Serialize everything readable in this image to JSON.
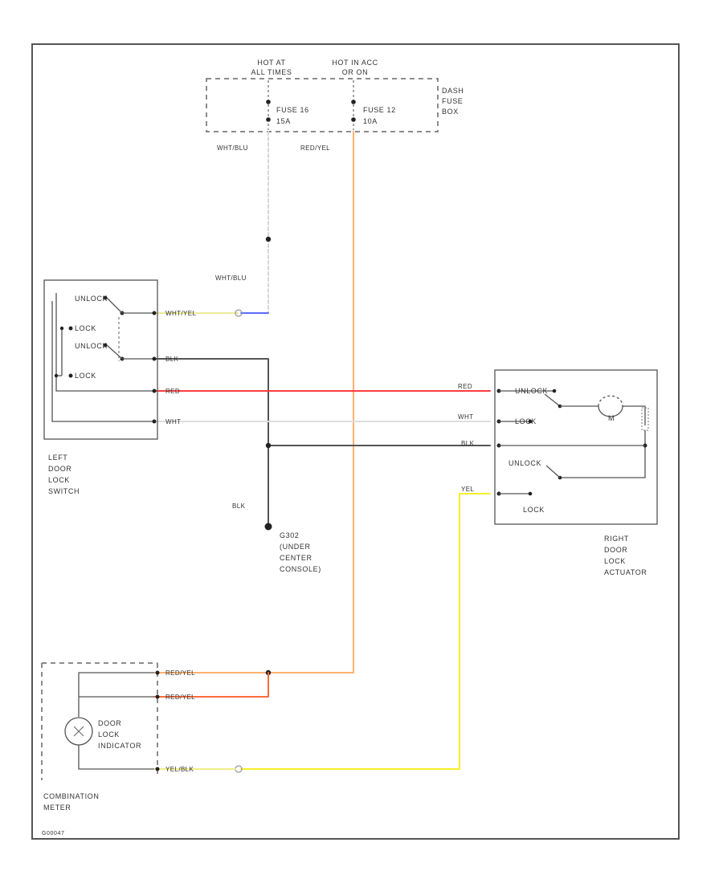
{
  "fuse_box": {
    "hot_at_all_times": [
      "HOT AT",
      "ALL TIMES"
    ],
    "hot_in_acc_or_on": [
      "HOT IN ACC",
      "OR ON"
    ],
    "fuse_a": [
      "FUSE 16",
      "15A"
    ],
    "fuse_b": [
      "FUSE 12",
      "10A"
    ],
    "label": [
      "DASH",
      "FUSE",
      "BOX"
    ]
  },
  "left_switch": {
    "label": [
      "LEFT",
      "DOOR",
      "LOCK",
      "SWITCH"
    ],
    "unlock_1": "UNLOCK",
    "lock_1": "LOCK",
    "unlock_2": "UNLOCK",
    "lock_2": "LOCK"
  },
  "right_actuator": {
    "label": [
      "RIGHT",
      "DOOR",
      "LOCK",
      "ACTUATOR"
    ],
    "unlock_1": "UNLOCK",
    "lock_1": "LOCK",
    "motor": "M",
    "unlock_2": "UNLOCK",
    "lock_2": "LOCK"
  },
  "ground": {
    "label": [
      "G302",
      "(UNDER",
      "CENTER",
      "CONSOLE)"
    ]
  },
  "combination_meter": {
    "label": [
      "COMBINATION",
      "METER"
    ],
    "indicator": [
      "DOOR",
      "LOCK",
      "INDICATOR"
    ]
  },
  "wires": {
    "wht_blu_top": "WHT/BLU",
    "red_yel_top": "RED/YEL",
    "wht_blu_mid": "WHT/BLU",
    "wht_yel": "WHT/YEL",
    "blk_left": "BLK",
    "red_left": "RED",
    "wht_left": "WHT",
    "blk_ground": "BLK",
    "red_right": "RED",
    "wht_right": "WHT",
    "blk_right": "BLK",
    "yel_right": "YEL",
    "red_yel_meter": "RED/YEL",
    "red_yel_meter_2": "RED/YEL",
    "yel_blk_meter": "YEL/BLK"
  },
  "colors": {
    "red": "#ff3c3c",
    "orange": "#ffb070",
    "yellow": "#f5ef2a",
    "blue": "#5a6cff",
    "white_wire": "#dddddd",
    "black_wire": "#555555"
  },
  "figure_code": "G00047"
}
